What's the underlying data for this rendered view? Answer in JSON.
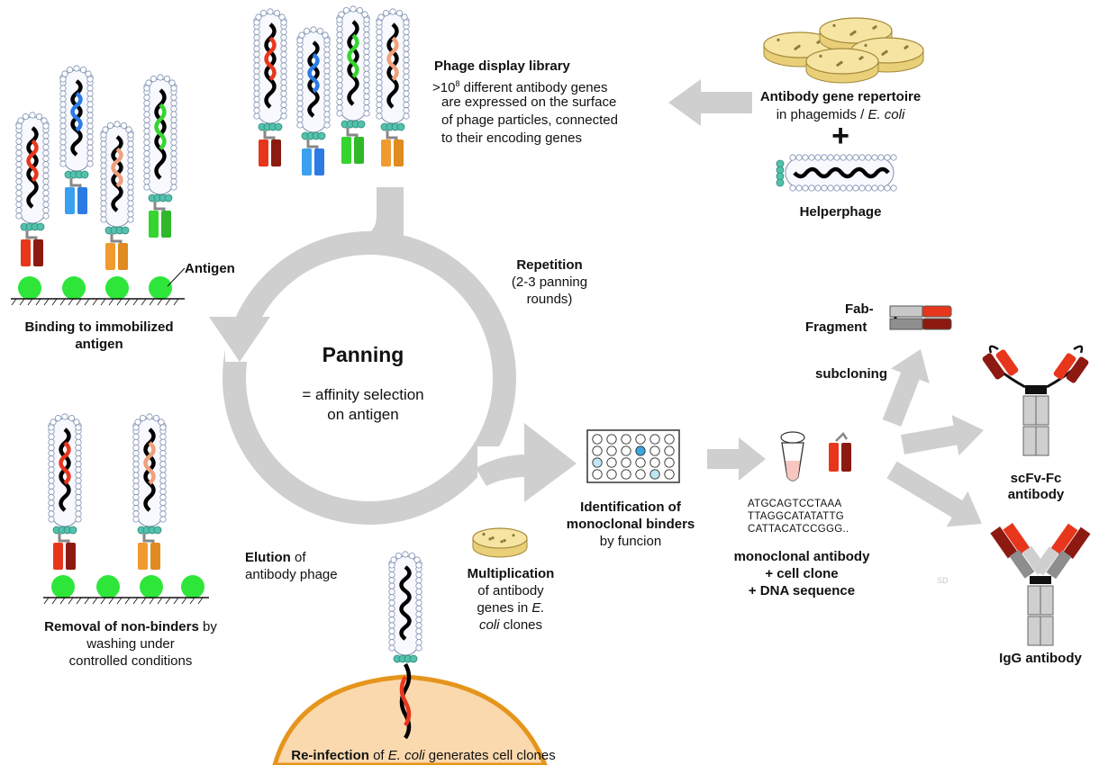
{
  "library": {
    "title": "Phage display library",
    "prefix": ">10",
    "exponent": "8",
    "line1_rest": " different antibody genes",
    "line2": "are expressed on the surface",
    "line3": "of phage particles, connected",
    "line4": "to their encoding genes"
  },
  "repertoire": {
    "title": "Antibody gene repertoire",
    "subtitle_a": "in phagemids / ",
    "subtitle_b": "E. coli",
    "plus": "+",
    "helper": "Helperphage"
  },
  "binding": {
    "antigen": "Antigen",
    "line1": "Binding to  immobilized",
    "line2": "antigen"
  },
  "removal": {
    "bold": "Removal of non-binders",
    "rest": " by",
    "line2": "washing  under",
    "line3": "controlled conditions"
  },
  "panning": {
    "title": "Panning",
    "line1": "= affinity selection",
    "line2": "on antigen"
  },
  "repetition": {
    "title": "Repetition",
    "line1": "(2-3 panning",
    "line2": "rounds)"
  },
  "elution": {
    "bold": "Elution",
    "rest": " of",
    "line2": "antibody phage"
  },
  "multiplication": {
    "title": "Multiplication",
    "line1": "of antibody",
    "line2a": "genes in ",
    "line2b": "E.",
    "line3a": "coli",
    "line3b": " clones"
  },
  "reinfection": {
    "bold": "Re-infection",
    "mid": " of ",
    "ital": "E. coli",
    "rest": " generates cell clones"
  },
  "identification": {
    "line1": "Identification of",
    "line2": "monoclonal binders",
    "line3": "by funcion"
  },
  "dna": {
    "seq1": "ATGCAGTCCTAAA",
    "seq2": "TTAGGCATATATTG",
    "seq3": "CATTACATCCGGG..",
    "line1": "monoclonal antibody",
    "line2": "+ cell clone",
    "line3": "+ DNA sequence"
  },
  "fab": {
    "line1": "Fab-",
    "line2": "Fragment"
  },
  "subcloning": "subcloning",
  "scfv": {
    "line1": "scFv-Fc",
    "line2": "antibody"
  },
  "igg": "IgG antibody",
  "watermark": "SD",
  "colors": {
    "arrow": "#cfcfcf",
    "antigen": "#2ee63a",
    "heavy_red": "#e8361c",
    "dark_red": "#8c1a10",
    "blue": "#2c7be5",
    "green": "#35d42e",
    "salmon": "#f0a07a",
    "orange": "#f09a30",
    "teal": "#53c2ad",
    "cell": "#fbd9ae",
    "cell_rim": "#e5951c",
    "plate": "#f6e4a3"
  }
}
